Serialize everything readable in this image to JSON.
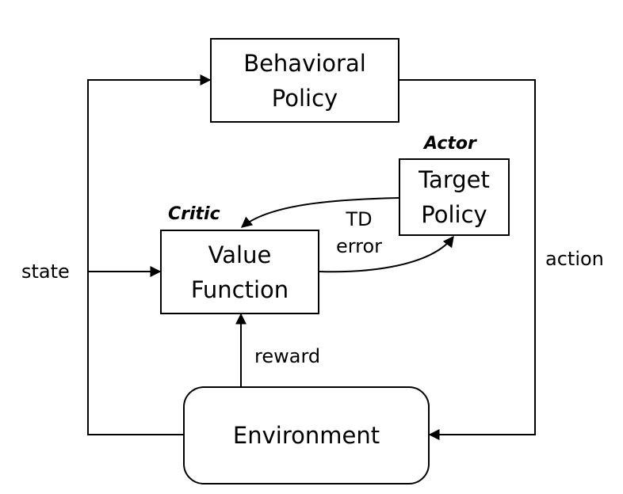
{
  "nodes": {
    "behavioral_policy": "Behavioral\nPolicy",
    "target_policy": "Target\nPolicy",
    "value_function": "Value\nFunction",
    "environment": "Environment"
  },
  "roles": {
    "actor": "Actor",
    "critic": "Critic"
  },
  "edges": {
    "state": "state",
    "action": "action",
    "reward": "reward",
    "td_error": "TD\nerror"
  }
}
